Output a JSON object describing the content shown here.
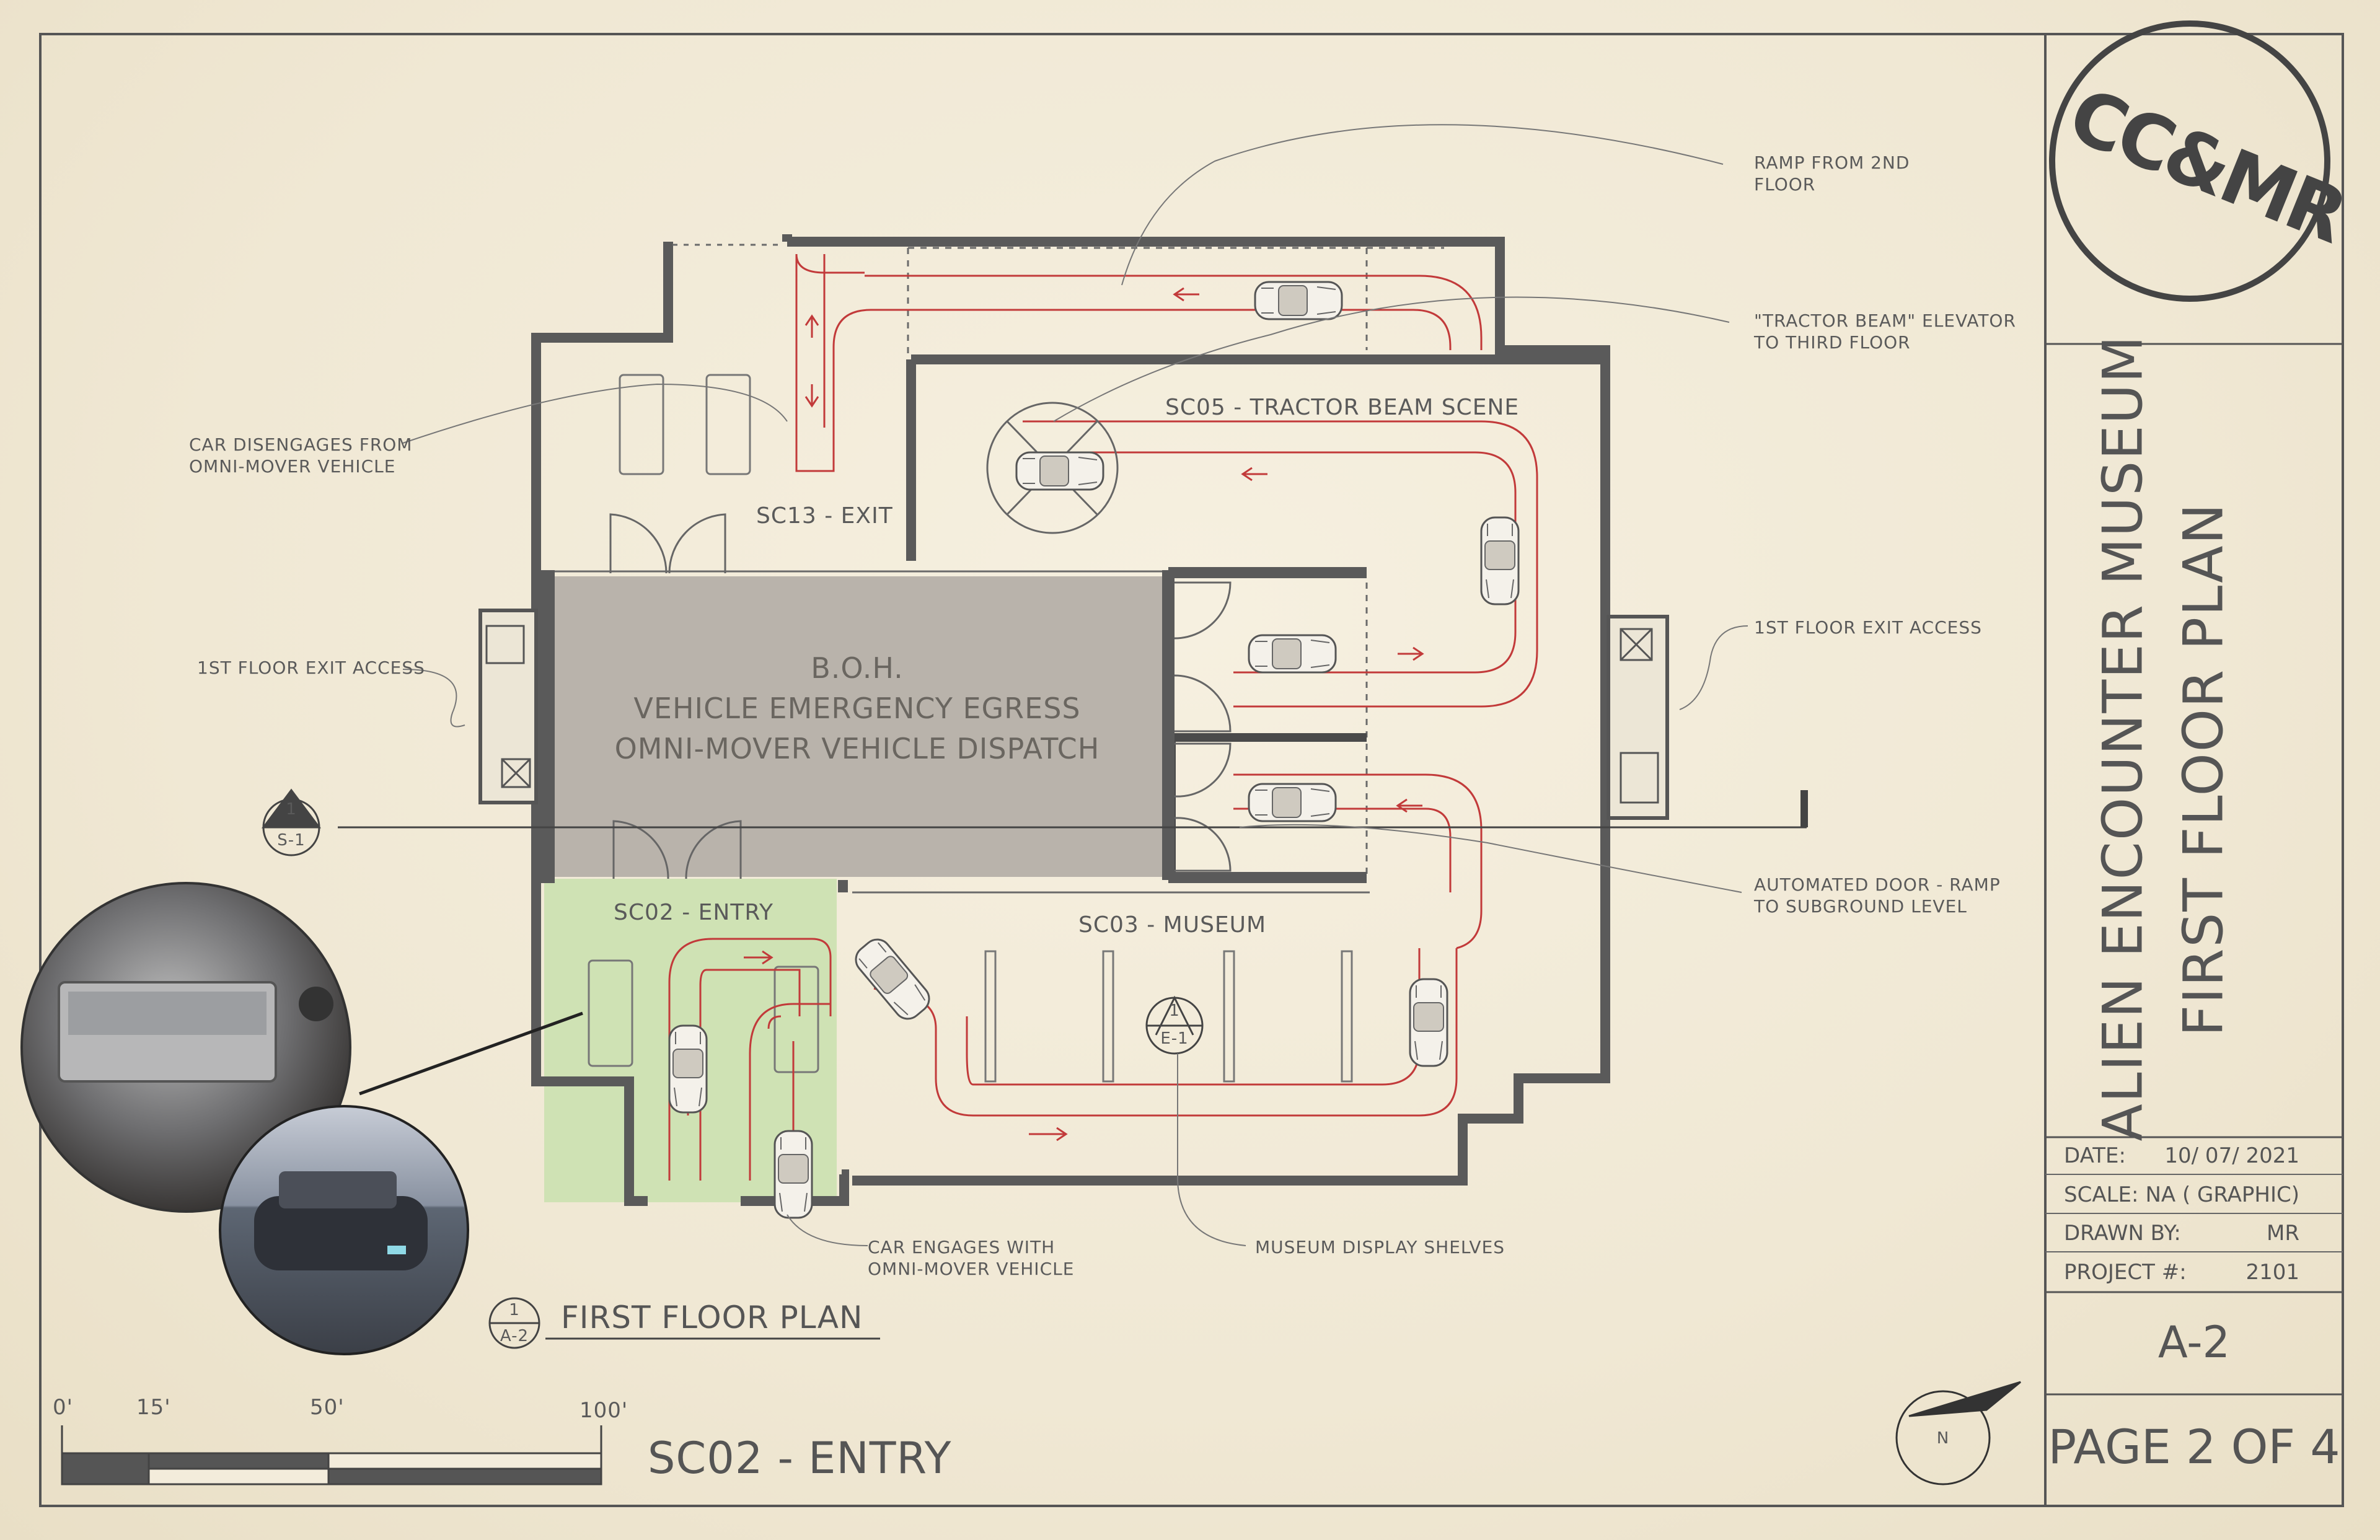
{
  "title_block": {
    "logo": "CC&MR",
    "project_title": "ALIEN ENCOUNTER MUSEUM",
    "sheet_title": "FIRST FLOOR PLAN",
    "date_label": "DATE:",
    "date_value": "10/ 07/ 2021",
    "scale_label": "SCALE:",
    "scale_value": "NA ( GRAPHIC)",
    "drawn_label": "DRAWN BY:",
    "drawn_value": "MR",
    "project_label": "PROJECT #:",
    "project_value": "2101",
    "sheet_number": "A-2",
    "page": "PAGE 2 OF 4"
  },
  "rooms": {
    "boh_line1": "B.O.H.",
    "boh_line2": "VEHICLE EMERGENCY EGRESS",
    "boh_line3": "OMNI-MOVER VEHICLE DISPATCH",
    "sc13": "SC13 - EXIT",
    "sc05": "SC05 - TRACTOR BEAM SCENE",
    "sc02": "SC02 - ENTRY",
    "sc03": "SC03 - MUSEUM"
  },
  "callouts": {
    "ramp": "RAMP FROM 2ND\nFLOOR",
    "tractor": "\"TRACTOR BEAM\" ELEVATOR\nTO THIRD FLOOR",
    "disengage": "CAR DISENGAGES FROM\nOMNI-MOVER VEHICLE",
    "exit_left": "1ST FLOOR EXIT ACCESS",
    "exit_right": "1ST FLOOR EXIT ACCESS",
    "auto_door": "AUTOMATED DOOR - RAMP\nTO SUBGROUND LEVEL",
    "engage": "CAR ENGAGES WITH\nOMNI-MOVER VEHICLE",
    "shelves": "MUSEUM DISPLAY SHELVES"
  },
  "markers": {
    "section_num": "1",
    "section_ref": "S-1",
    "elev_num": "1",
    "elev_ref": "E-1",
    "plan_num": "1",
    "plan_ref": "A-2",
    "plan_title": "FIRST FLOOR PLAN",
    "north": "N"
  },
  "scale_bar": {
    "ticks": [
      "0'",
      "15'",
      "50'",
      "100'"
    ]
  },
  "bottom_caption": "SC02 - ENTRY"
}
